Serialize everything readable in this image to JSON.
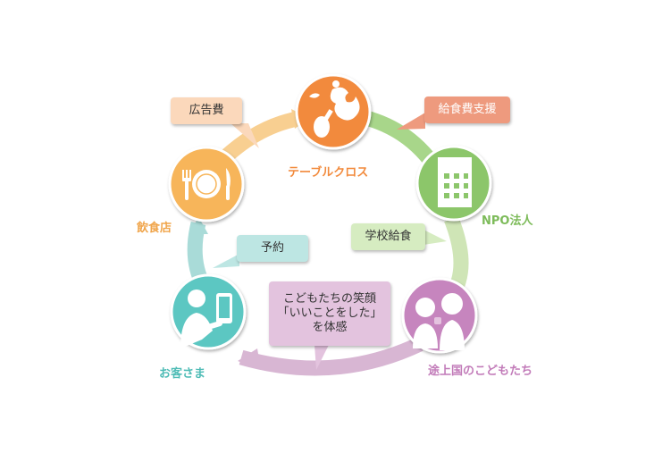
{
  "nodes": {
    "tablecross": {
      "label": "テーブルクロス",
      "color": "#f28a3c"
    },
    "npo": {
      "label": "NPO法人",
      "color": "#8cc66b"
    },
    "children": {
      "label": "途上国のこどもたち",
      "color": "#c685be"
    },
    "customer": {
      "label": "お客さま",
      "color": "#5cc7c2"
    },
    "restaurant": {
      "label": "飲食店",
      "color": "#f7b55a"
    }
  },
  "callouts": {
    "ad_cost": {
      "label": "広告費"
    },
    "meal_support": {
      "label": "給食費支援"
    },
    "school_lunch": {
      "label": "学校給食"
    },
    "reservation": {
      "label": "予約"
    },
    "smile": {
      "line1": "こどもたちの笑顔",
      "line2": "「いいことをした」",
      "line3": "を体感"
    }
  }
}
